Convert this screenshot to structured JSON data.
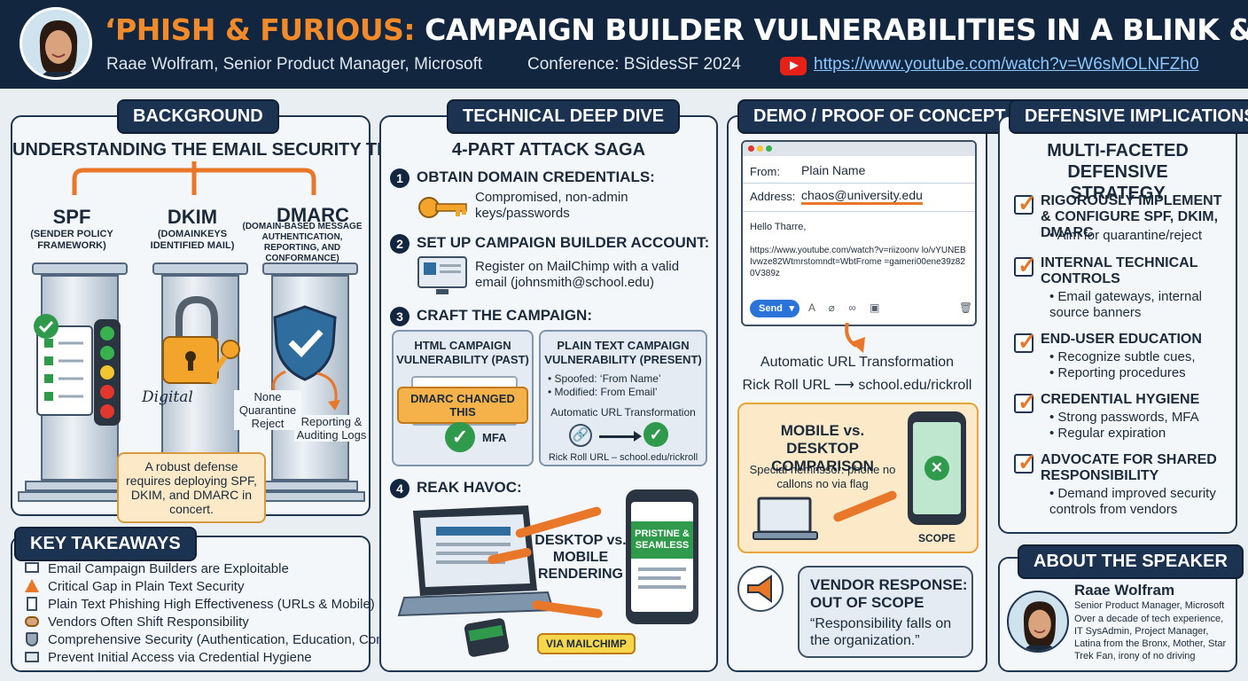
{
  "header": {
    "title_accent": "‘PHISH & FURIOUS:",
    "title_rest": " CAMPAIGN BUILDER VULNERABILITIES IN A BLINK &...’",
    "speaker_line": "Raae Wolfram, Senior Product Manager, Microsoft",
    "conference_line": "Conference: BSidesSF 2024",
    "video_url": "https://www.youtube.com/watch?v=W6sMOLNFZh0"
  },
  "background": {
    "tab": "BACKGROUND",
    "heading": "UNDERSTANDING THE EMAIL SECURITY TRIO",
    "pillars": [
      {
        "name": "SPF",
        "desc": "(SENDER POLICY FRAMEWORK)"
      },
      {
        "name": "DKIM",
        "desc": "(DOMAINKEYS IDENTIFIED MAIL)"
      },
      {
        "name": "DMARC",
        "desc": "(DOMAIN-BASED MESSAGE AUTHENTICATION, REPORTING, AND CONFORMANCE)"
      }
    ],
    "signature_text": "Digital",
    "dmarc_policy": "None\nQuarantine\nReject",
    "dmarc_reporting": "Reporting &\nAuditing Logs",
    "note": "A robust defense requires deploying SPF, DKIM, and DMARC in concert."
  },
  "takeaways": {
    "tab": "KEY TAKEAWAYS",
    "items": [
      {
        "icon": "envelope-icon",
        "text": "Email Campaign Builders are Exploitable"
      },
      {
        "icon": "warning-icon",
        "text": "Critical Gap in Plain Text Security"
      },
      {
        "icon": "document-icon",
        "text": "Plain Text Phishing High Effectiveness (URLs & Mobile)"
      },
      {
        "icon": "handshake-icon",
        "text": "Vendors Often Shift Responsibility"
      },
      {
        "icon": "shield-icon",
        "text": "Comprehensive Security (Authentication, Education, Controls)"
      },
      {
        "icon": "id-card-icon",
        "text": "Prevent Initial Access via Credential Hygiene"
      }
    ]
  },
  "deep_dive": {
    "tab": "TECHNICAL DEEP DIVE",
    "heading": "4-PART ATTACK SAGA",
    "steps": [
      {
        "num": "1",
        "title": "OBTAIN DOMAIN CREDENTIALS:",
        "text": "Compromised, non-admin keys/passwords"
      },
      {
        "num": "2",
        "title": "SET UP CAMPAIGN BUILDER ACCOUNT:",
        "text": "Register on MailChimp with a valid email (johnsmith@school.edu)"
      },
      {
        "num": "3",
        "title": "CRAFT THE CAMPAIGN:",
        "text": ""
      },
      {
        "num": "4",
        "title": "REAK HAVOC:",
        "text": ""
      }
    ],
    "html_box": {
      "title": "HTML CAMPAIGN VULNERABILITY (PAST)",
      "badge": "DMARC CHANGED THIS",
      "mfa": "MFA"
    },
    "plain_box": {
      "title": "PLAIN TEXT CAMPAIGN VULNERABILITY (PRESENT)",
      "bullets": [
        "• Spoofed: ‘From Name’",
        "• Modified: From Email’"
      ],
      "transform": "Automatic URL Transformation",
      "rickroll": "Rick Roll URL – school.edu/rickroll"
    },
    "havoc": {
      "render": "DESKTOP vs. MOBILE RENDERING",
      "phone_badge": "PRISTINE & SEAMLESS",
      "via": "VIA MAILCHIMP"
    }
  },
  "demo": {
    "tab": "DEMO / PROOF OF CONCEPT",
    "email": {
      "from_label": "From:",
      "from_value": "Plain Name",
      "address_label": "Address:",
      "address_value": "chaos@university.edu",
      "greeting": "Hello Tharre,",
      "body_link": "https://www.youtube.com/watch?v=riizoonv lo/vYUNEBIvwze82Wtmrstomndt=WbtFrome =gameri00ene39z820V389z",
      "send": "Send"
    },
    "transform_line1": "Automatic URL Transformation",
    "transform_line2_a": "Rick Roll URL",
    "transform_line2_b": "school.edu/rickroll",
    "mobile": {
      "title": "MOBILE vs. DESKTOP COMPARISON",
      "note": "Special hemnssor: phone no callons no via flag",
      "scope": "SCOPE"
    },
    "vendor": {
      "title": "VENDOR RESPONSE: OUT OF SCOPE",
      "quote": "“Responsibility falls on the organization.”"
    }
  },
  "defense": {
    "tab": "DEFENSIVE IMPLICATIONS",
    "heading": "MULTI-FACETED DEFENSIVE STRATEGY",
    "items": [
      {
        "title": "RIGOROUSLY IMPLEMENT & CONFIGURE SPF, DKIM, DMARC",
        "bullets": "• Aim for quarantine/reject"
      },
      {
        "title": "INTERNAL TECHNICAL CONTROLS",
        "bullets": "• Email gateways, internal source banners"
      },
      {
        "title": "END-USER EDUCATION",
        "bullets": "• Recognize subtle cues,\n• Reporting procedures"
      },
      {
        "title": "CREDENTIAL HYGIENE",
        "bullets": "• Strong passwords, MFA\n• Regular expiration"
      },
      {
        "title": "ADVOCATE FOR SHARED RESPONSIBILITY",
        "bullets": "• Demand improved security controls from vendors"
      }
    ]
  },
  "speaker": {
    "tab": "ABOUT THE SPEAKER",
    "name": "Raae Wolfram",
    "role": "Senior Product Manager, Microsoft",
    "bio": "Over a decade of tech experience, IT SysAdmin, Project Manager, Latina from the Bronx, Mother, Star Trek Fan, irony of no driving"
  },
  "colors": {
    "navy": "#12263f",
    "accent": "#f08a2a",
    "green": "#2f9a4b",
    "link": "#8cc8ff"
  }
}
